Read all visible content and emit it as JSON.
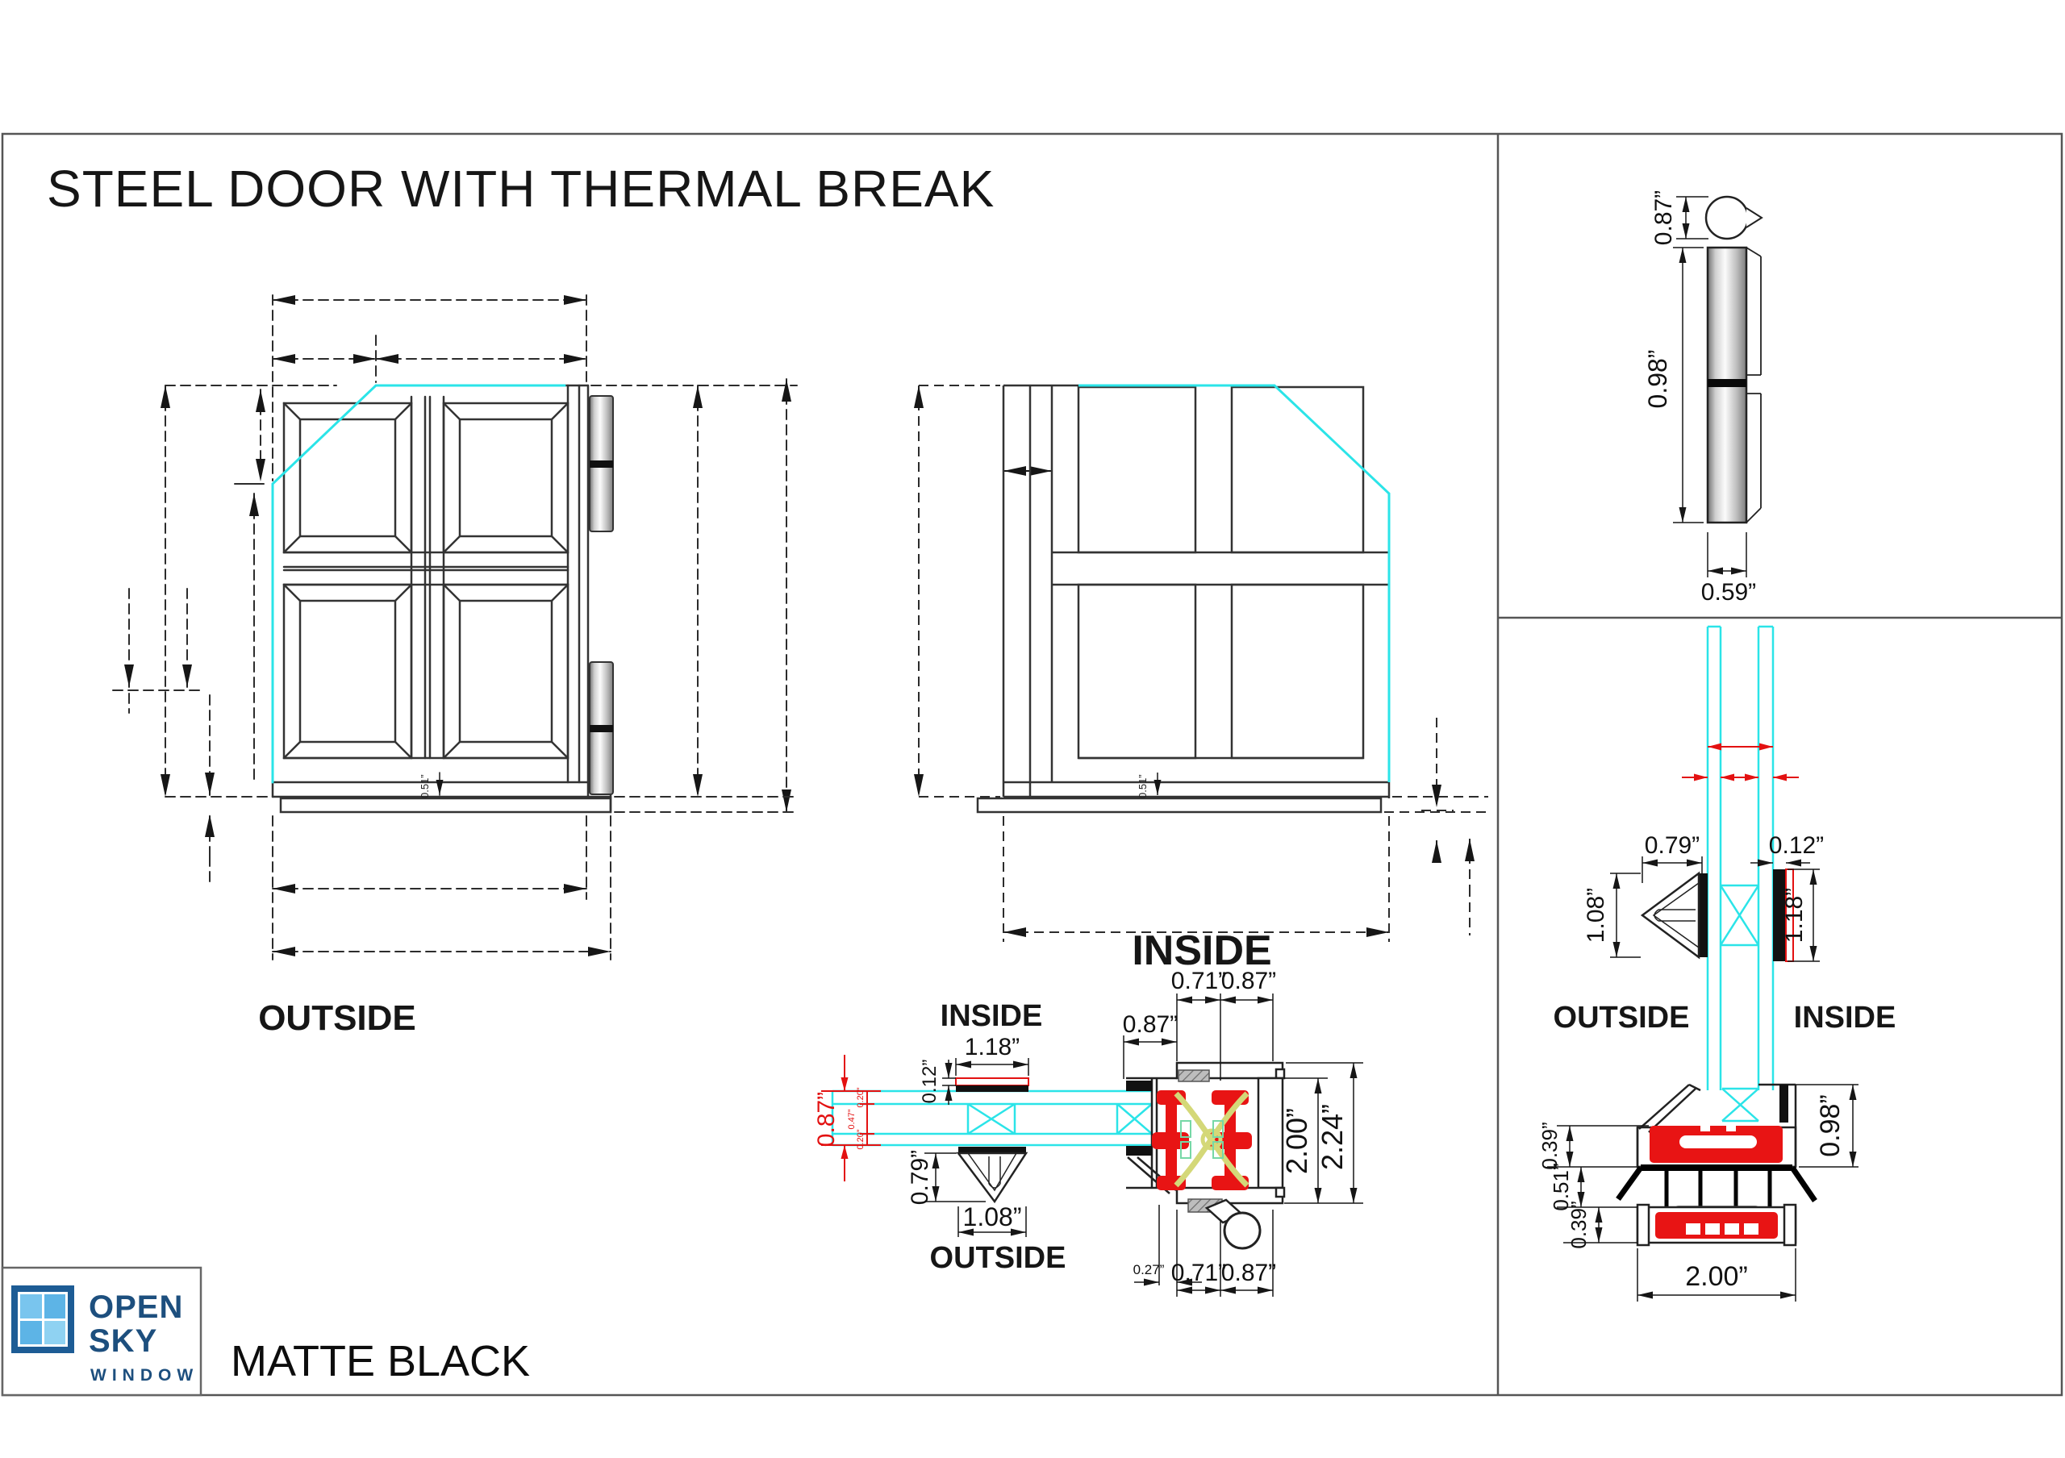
{
  "title": "STEEL DOOR WITH THERMAL BREAK",
  "finish": "MATTE BLACK",
  "logo": {
    "open": "OPEN",
    "sky": "SKY",
    "window": "WINDOW"
  },
  "outside_view": {
    "label": "OUTSIDE",
    "sill_gap": "0.51”"
  },
  "inside_view": {
    "label": "INSIDE",
    "sill_gap": "0.51”"
  },
  "jamb_section": {
    "inside_label": "INSIDE",
    "outside_label": "OUTSIDE",
    "glazing_tape_width": "1.18”",
    "tape_thickness": "0.12”",
    "glass_overall": "0.87”",
    "pane_outer": "0.20”",
    "air_gap": "0.47”",
    "pane_inner": "0.20”",
    "bead_height": "0.79”",
    "bead_width": "1.08”",
    "frame_face_offset": "0.87”",
    "sash_depth_top": "0.71”",
    "frame_depth_top": "0.87”",
    "frame_depth": "2.00”",
    "overall_depth": "2.24”",
    "bottom_offset": "0.27”",
    "sash_depth_bottom": "0.71”",
    "frame_depth_bottom": "0.87”"
  },
  "sill_section": {
    "outside_label": "OUTSIDE",
    "inside_label": "INSIDE",
    "bead_width": "0.79”",
    "tape_thickness": "0.12”",
    "bead_height": "1.08”",
    "tape_height": "1.18”",
    "rail_height": "0.98”",
    "step_top": "0.39”",
    "step_mid": "0.51”",
    "step_bottom": "0.39”",
    "sill_width": "2.00”"
  },
  "hinge_detail": {
    "knuckle_diameter": "0.87”",
    "leaf_length": "0.98”",
    "body_width": "0.59”"
  }
}
